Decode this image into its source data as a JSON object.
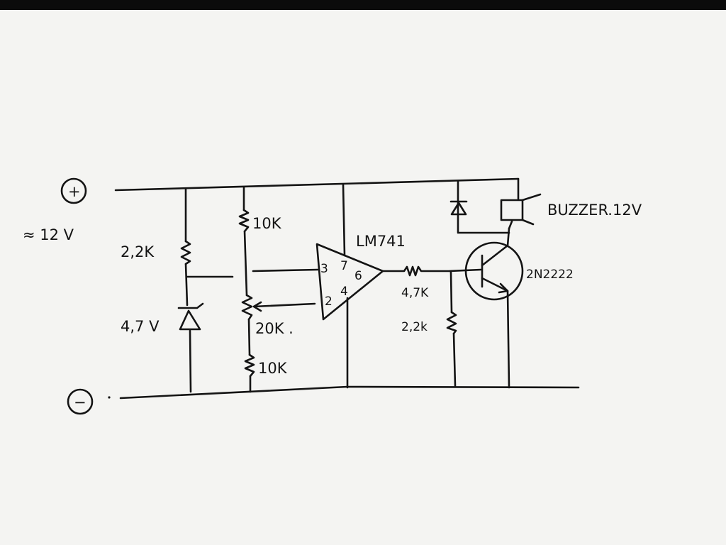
{
  "title": "",
  "supply": {
    "voltage_label": "≈ 12 V",
    "plus_symbol": "+",
    "minus_symbol": "−"
  },
  "components": {
    "r_top_left": "2,2K",
    "zener": "4,7 V",
    "r_div_top": "10K",
    "pot": "20K .",
    "r_div_bottom": "10K",
    "opamp": "LM741",
    "pin_3": "3",
    "pin_7": "7",
    "pin_6": "6",
    "pin_2": "2",
    "pin_4": "4",
    "r_base": "4,7K",
    "r_pulldown": "2,2k",
    "transistor": "2N2222",
    "buzzer": "BUZZER.12V"
  },
  "colors": {
    "ink": "#141414",
    "paper": "#f4f4f2",
    "band": "#0b0b0b"
  }
}
